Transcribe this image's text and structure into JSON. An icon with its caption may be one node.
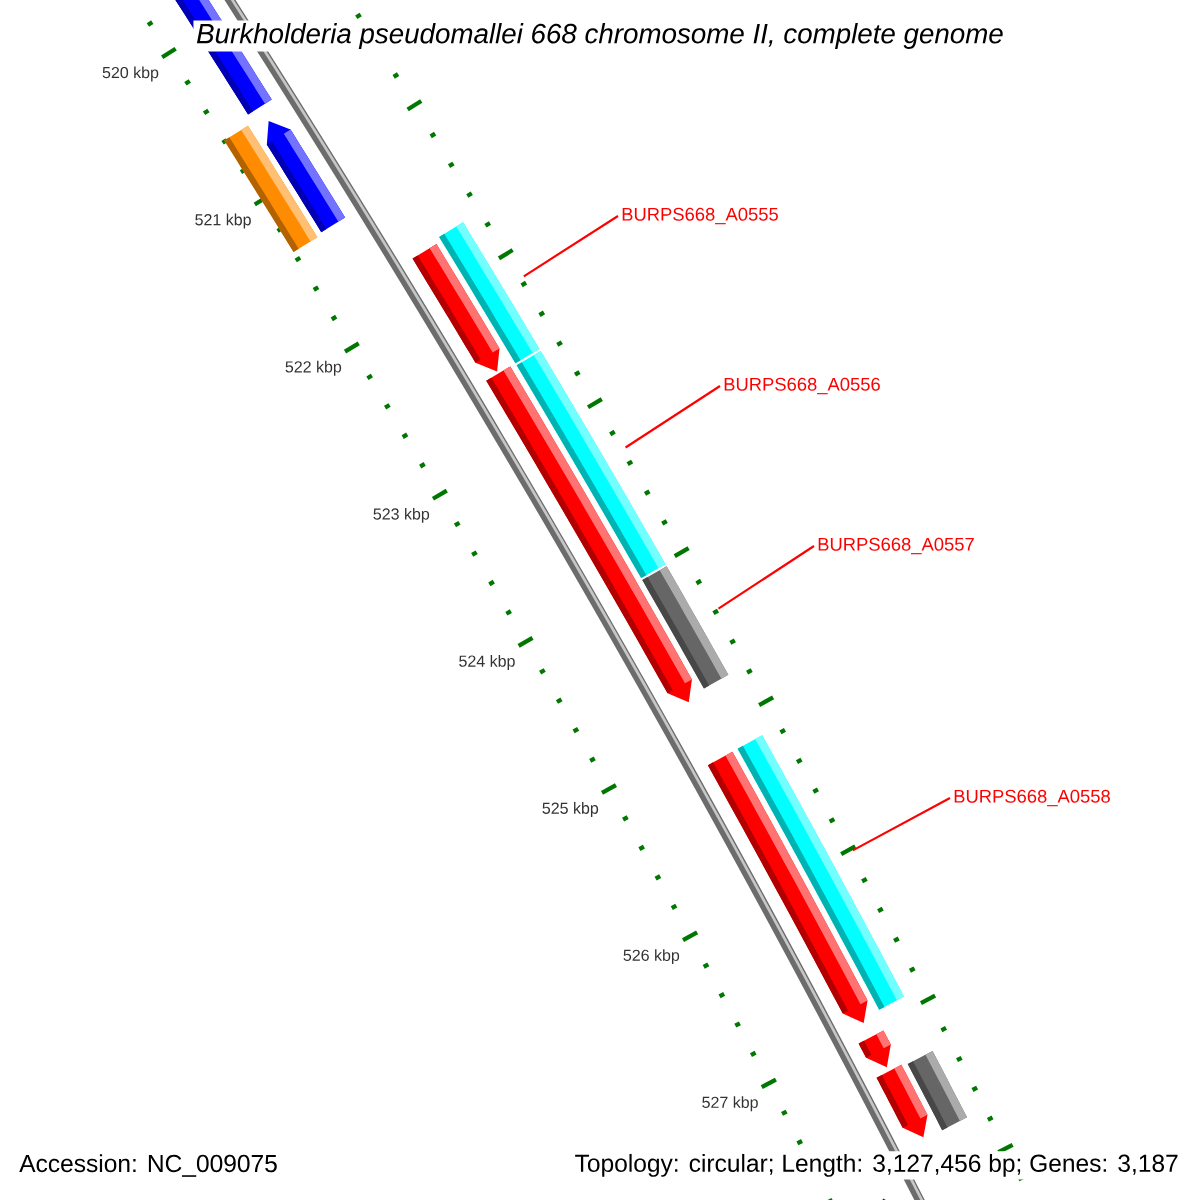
{
  "diagram": {
    "title": "Burkholderia pseudomallei 668 chromosome II, complete genome",
    "nodes": [
      {
        "text": [
          "BURPS668_A0555"
        ]
      },
      {
        "text": [],
        "shape": "bar"
      },
      {
        "text": [
          "BURPS668_A0556"
        ]
      },
      {
        "text": [],
        "shape": "bar"
      },
      {
        "text": [
          "BURPS668_A0557"
        ]
      },
      {
        "text": [],
        "shape": "bar"
      },
      {
        "text": [
          "BURPS668_A0558"
        ]
      },
      {
        "text": [],
        "shape": "bar"
      }
    ],
    "edges": [
      {
        "from": 0,
        "to": 1,
        "arrow": "none"
      },
      {
        "from": 2,
        "to": 3,
        "arrow": "none"
      },
      {
        "from": 4,
        "to": 5,
        "arrow": "none"
      },
      {
        "from": 6,
        "to": 7,
        "arrow": "none"
      }
    ],
    "labels": [
      "520 kbp",
      "521 kbp",
      "522 kbp",
      "523 kbp",
      "524 kbp",
      "525 kbp",
      "526 kbp",
      "527 kbp",
      "Accession: NC_009075",
      "Topology: circular; Length: 3,127,456 bp; Genes: 3,187"
    ]
  }
}
